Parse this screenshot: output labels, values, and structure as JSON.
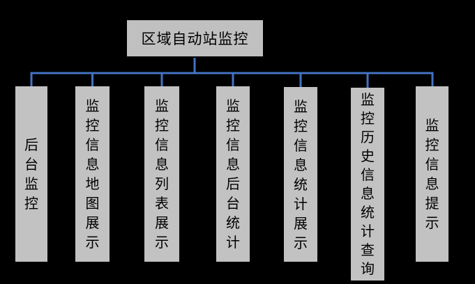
{
  "diagram": {
    "root": {
      "label": "区域自动站监控"
    },
    "children": [
      {
        "label": "后台监控"
      },
      {
        "label": "监控信息地图展示"
      },
      {
        "label": "监控信息列表展示"
      },
      {
        "label": "监控信息后台统计"
      },
      {
        "label": "监控信息统计展示"
      },
      {
        "label": "监控历史信息统计查询"
      },
      {
        "label": "监控信息提示"
      }
    ]
  },
  "colors": {
    "background": "#000000",
    "box_fill": "#c0c0c0",
    "box_border": "#000000",
    "connector": "#4472c4",
    "text": "#000000"
  }
}
